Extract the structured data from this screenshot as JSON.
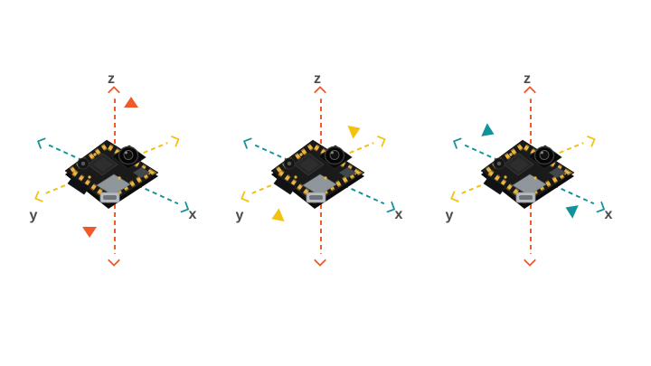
{
  "page": {
    "background": "#FFFFFF",
    "description": "Three orientation diagrams of a small camera PCB module, each showing dashed x/y/z axes with solid triangle markers highlighting motion along one axis"
  },
  "colors": {
    "z_axis": "#F1592B",
    "y_axis": "#F2C20F",
    "x_axis": "#12939B",
    "axis_label": "#4B4B4B"
  },
  "diagrams": [
    {
      "name": "z-axis-motion",
      "highlighted_axis": "z",
      "marker_color": "#F1592B",
      "axis_labels": {
        "z": "z",
        "y": "y",
        "x": "x"
      },
      "markers": [
        {
          "direction": "up"
        },
        {
          "direction": "down"
        }
      ]
    },
    {
      "name": "y-axis-motion",
      "highlighted_axis": "y",
      "marker_color": "#F2C20F",
      "axis_labels": {
        "z": "z",
        "y": "y",
        "x": "x"
      },
      "markers": [
        {
          "direction": "up-right"
        },
        {
          "direction": "down-left"
        }
      ]
    },
    {
      "name": "x-axis-motion",
      "highlighted_axis": "x",
      "marker_color": "#12939B",
      "axis_labels": {
        "z": "z",
        "y": "y",
        "x": "x"
      },
      "markers": [
        {
          "direction": "down-right"
        },
        {
          "direction": "up-left"
        }
      ]
    }
  ]
}
